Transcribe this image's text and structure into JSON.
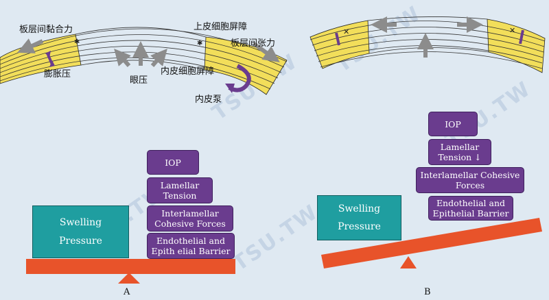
{
  "watermark": {
    "text": "TSU.TW"
  },
  "panel_a": {
    "letter": "A",
    "top_labels": {
      "interlamellar_adhesion": "板层间黏合力",
      "epithelial_barrier": "上皮细胞屏障",
      "interlamellar_tension": "板层间张力",
      "swelling_pressure": "膨胀压",
      "eye_pressure": "眼压",
      "endothelial_barrier": "内皮细胞屏障",
      "endothelial_pump": "内皮泵"
    },
    "swelling_box": {
      "line1": "Swelling",
      "line2": "Pressure"
    },
    "stack": [
      {
        "line1": "IOP",
        "line2": ""
      },
      {
        "line1": "Lamellar",
        "line2": "Tension"
      },
      {
        "line1": "Interlamellar",
        "line2": "Cohesive Forces"
      },
      {
        "line1": "Endothelial and",
        "line2": "Epith elial Barrier"
      }
    ]
  },
  "panel_b": {
    "letter": "B",
    "swelling_box": {
      "line1": "Swelling",
      "line2": "Pressure"
    },
    "stack": [
      {
        "line1": "IOP",
        "line2": ""
      },
      {
        "line1": "Lamellar",
        "line2": "Tension ↓"
      },
      {
        "line1": "Interlamellar Cohesive",
        "line2": "Forces"
      },
      {
        "line1": "Endothelial and",
        "line2": "Epithelial Barrier"
      }
    ]
  },
  "colors": {
    "background": "#dfe9f2",
    "cornea_yellow": "#f2de5a",
    "purple_box": "#6a3c8e",
    "teal_box": "#1f9ea0",
    "seesaw_orange": "#e8532a",
    "arrow_gray": "#8c8c8c"
  }
}
